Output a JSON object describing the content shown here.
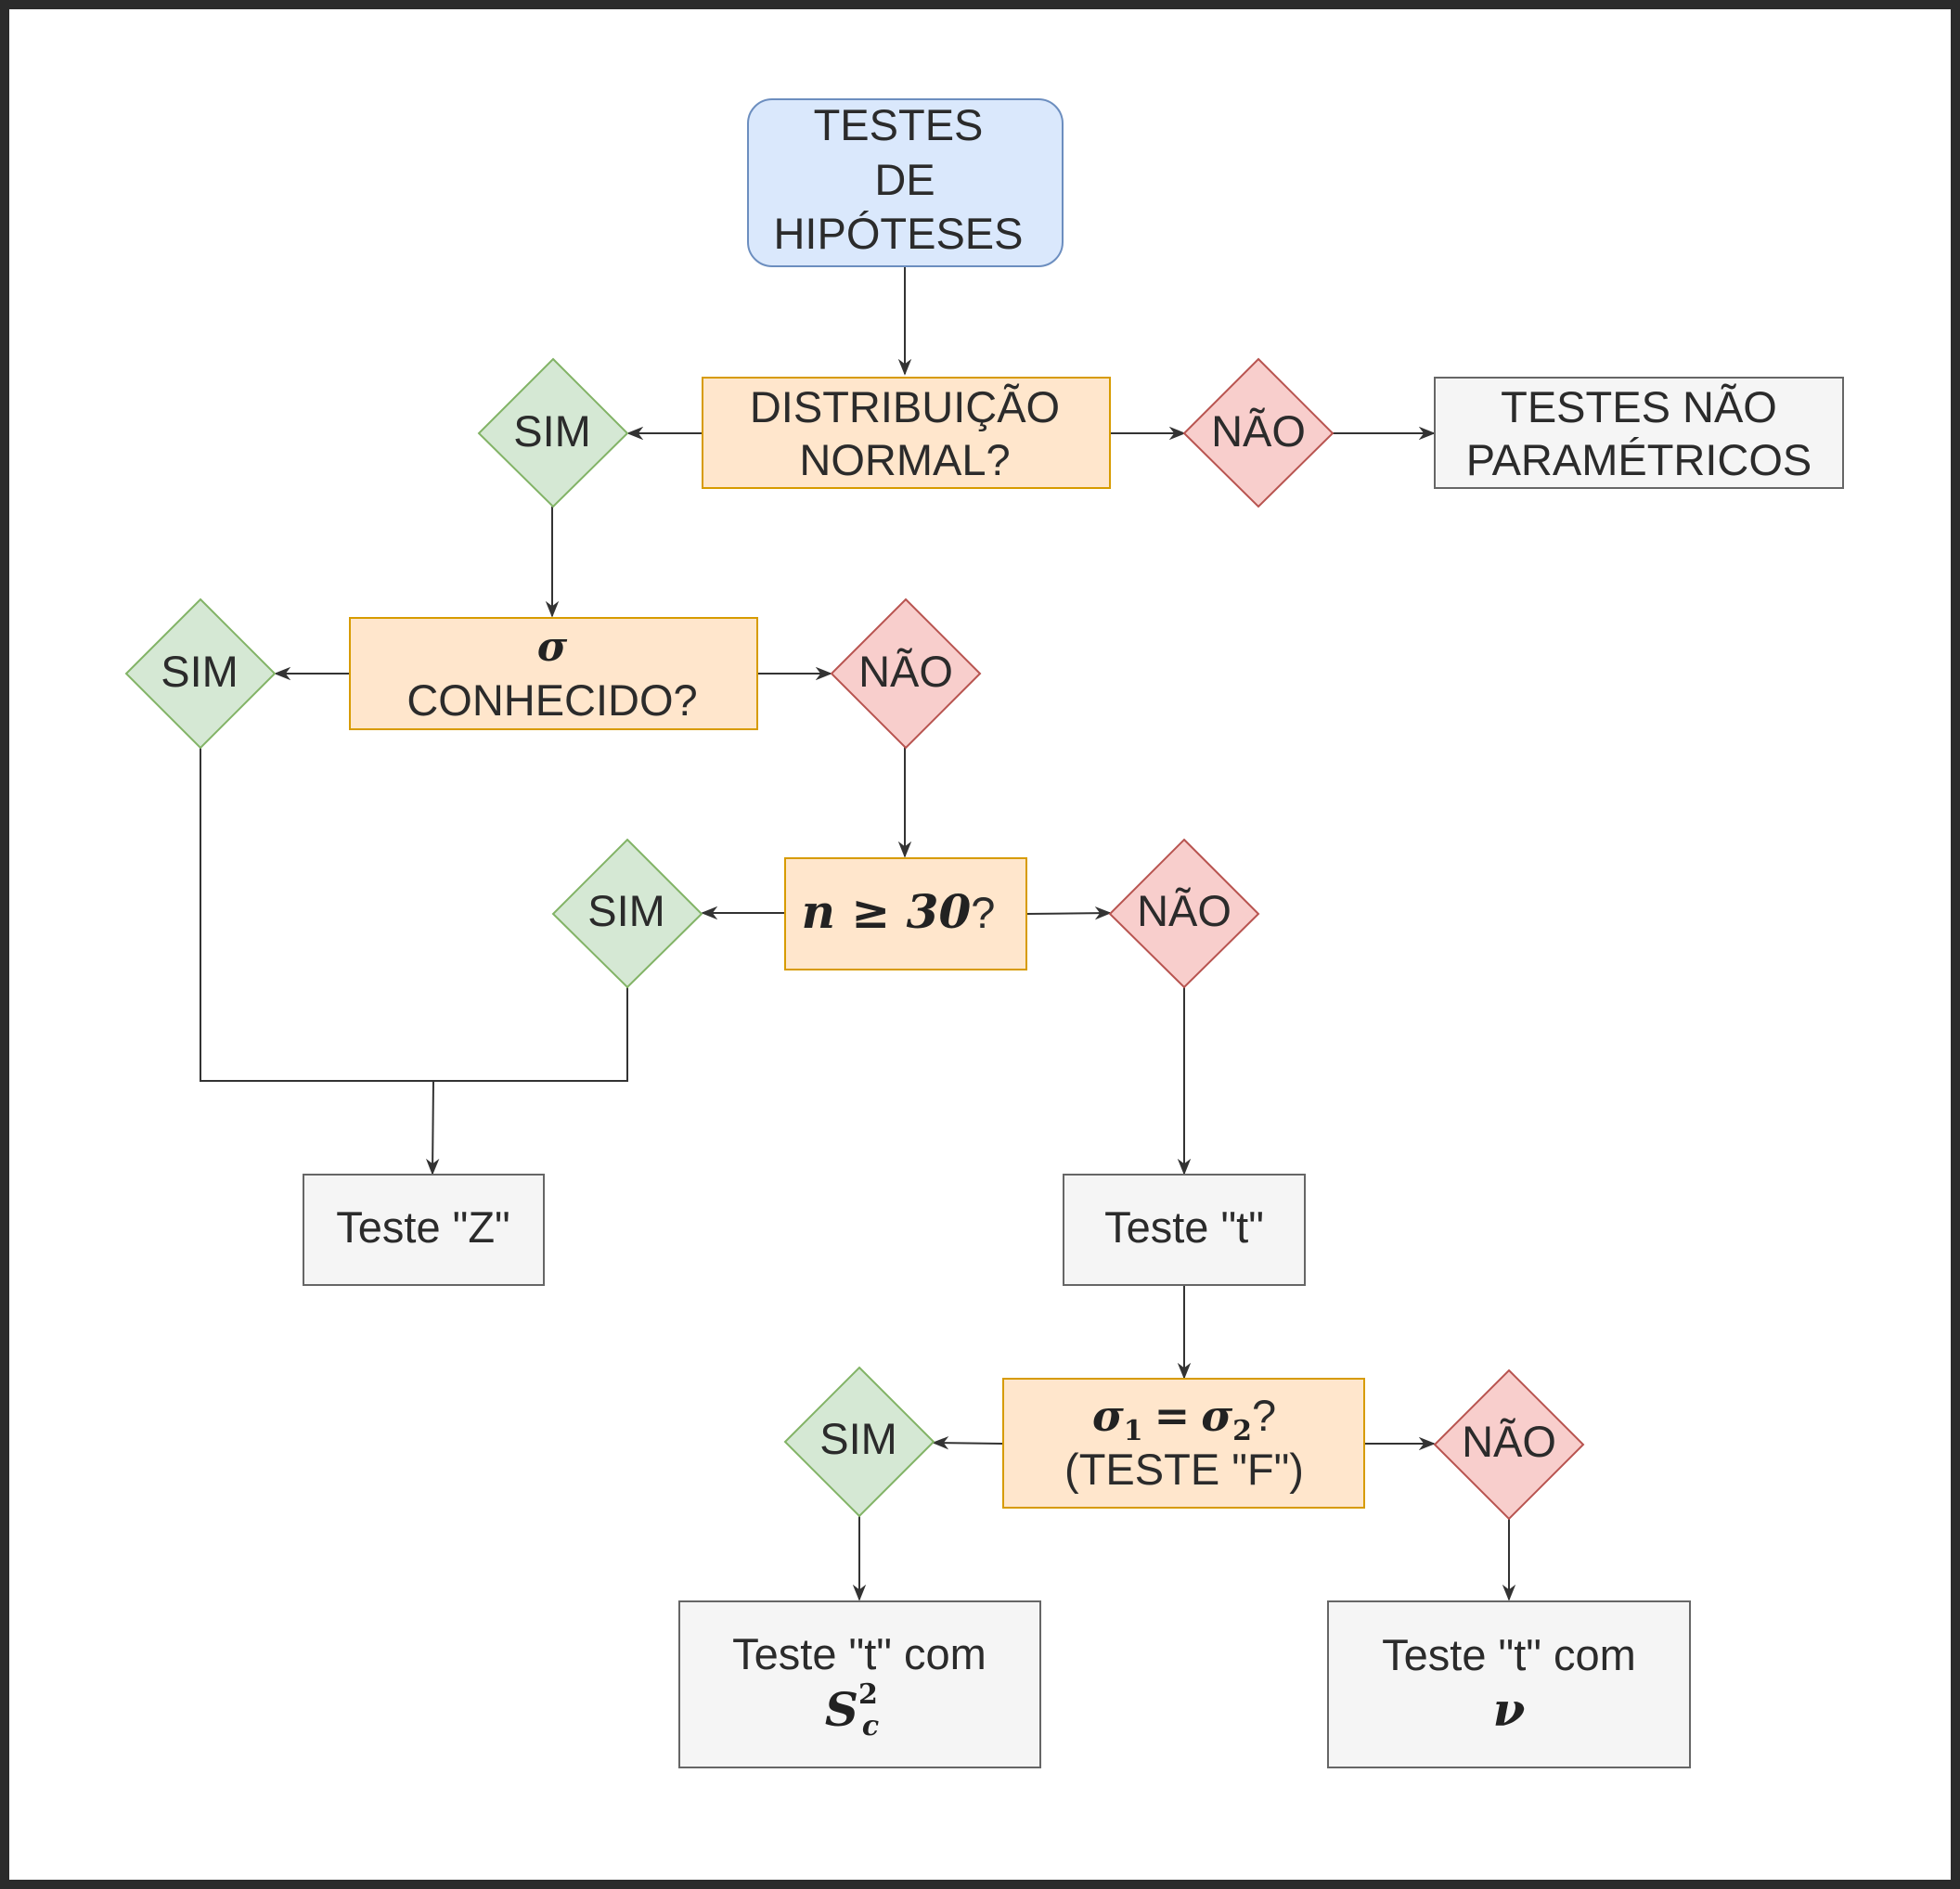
{
  "colors": {
    "start_fill": "#dae8fc",
    "start_stroke": "#6c8ebf",
    "decision_fill": "#ffe6cc",
    "decision_stroke": "#d79b00",
    "yes_fill": "#d5e8d4",
    "yes_stroke": "#82b366",
    "no_fill": "#f8cecc",
    "no_stroke": "#b85450",
    "result_fill": "#f5f5f5",
    "result_stroke": "#666666",
    "edge": "#333333",
    "frame": "#2b2b2b"
  },
  "start": {
    "line1": "TESTES",
    "line2": "DE",
    "line3": "HIPÓTESES"
  },
  "q_normal": {
    "line1": "DISTRIBUIÇÃO",
    "line2": "NORMAL?"
  },
  "q_sigma": {
    "symbol": "σ",
    "line2": "CONHECIDO?"
  },
  "q_n": {
    "expr": "n ≥ 30",
    "suffix": "?"
  },
  "q_var": {
    "expr_sigma": "σ",
    "sub1": "1",
    "eq": "=",
    "sub2": "2",
    "suffix": "?",
    "line2": "(TESTE \"F\")"
  },
  "answers": {
    "yes": "SIM",
    "no": "NÃO"
  },
  "results": {
    "nonparam": {
      "line1": "TESTES NÃO",
      "line2": "PARAMÉTRICOS"
    },
    "z": "Teste \"Z\"",
    "t": "Teste \"t\"",
    "t_pooled": {
      "line1": "Teste \"t\" com",
      "symbol": "S",
      "sup": "2",
      "sub": "c"
    },
    "t_nu": {
      "line1": "Teste \"t\" com",
      "symbol": "ν"
    }
  }
}
